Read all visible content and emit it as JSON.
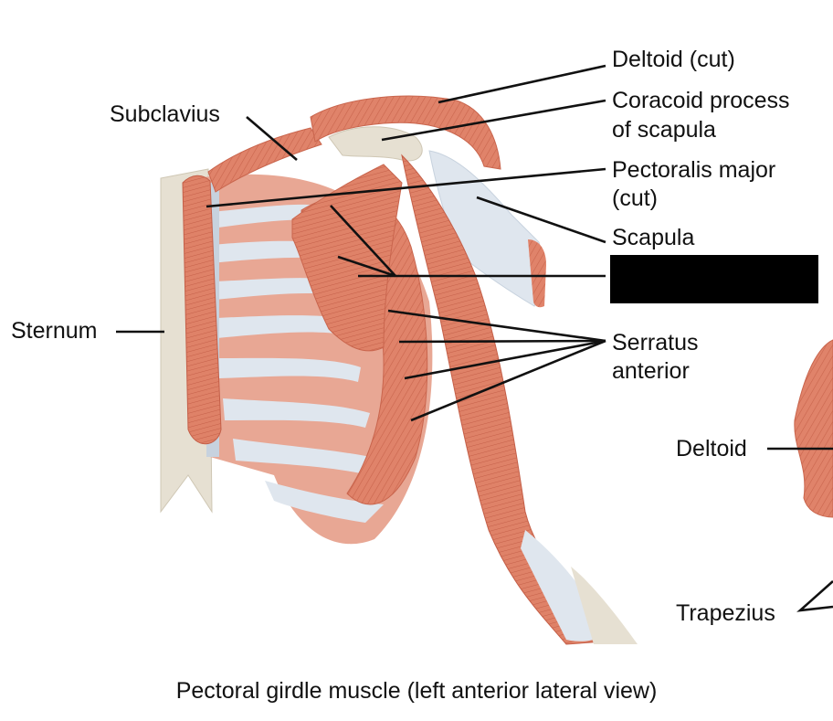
{
  "labels": {
    "deltoid_cut": "Deltoid (cut)",
    "coracoid_line1": "Coracoid process",
    "coracoid_line2": "of scapula",
    "subclavius": "Subclavius",
    "pect_major_line1": "Pectoralis major",
    "pect_major_line2": "(cut)",
    "scapula": "Scapula",
    "sternum": "Sternum",
    "serratus_line1": "Serratus",
    "serratus_line2": "anterior",
    "deltoid": "Deltoid",
    "trapezius": "Trapezius"
  },
  "caption": "Pectoral girdle muscle (left anterior lateral view)",
  "colors": {
    "muscle": "#e0836a",
    "muscle_dark": "#c9654d",
    "bone": "#e6e0d2",
    "tendon": "#dfe6ee",
    "cartilage": "#c7d2de",
    "leader": "#111111",
    "redaction": "#000000"
  }
}
